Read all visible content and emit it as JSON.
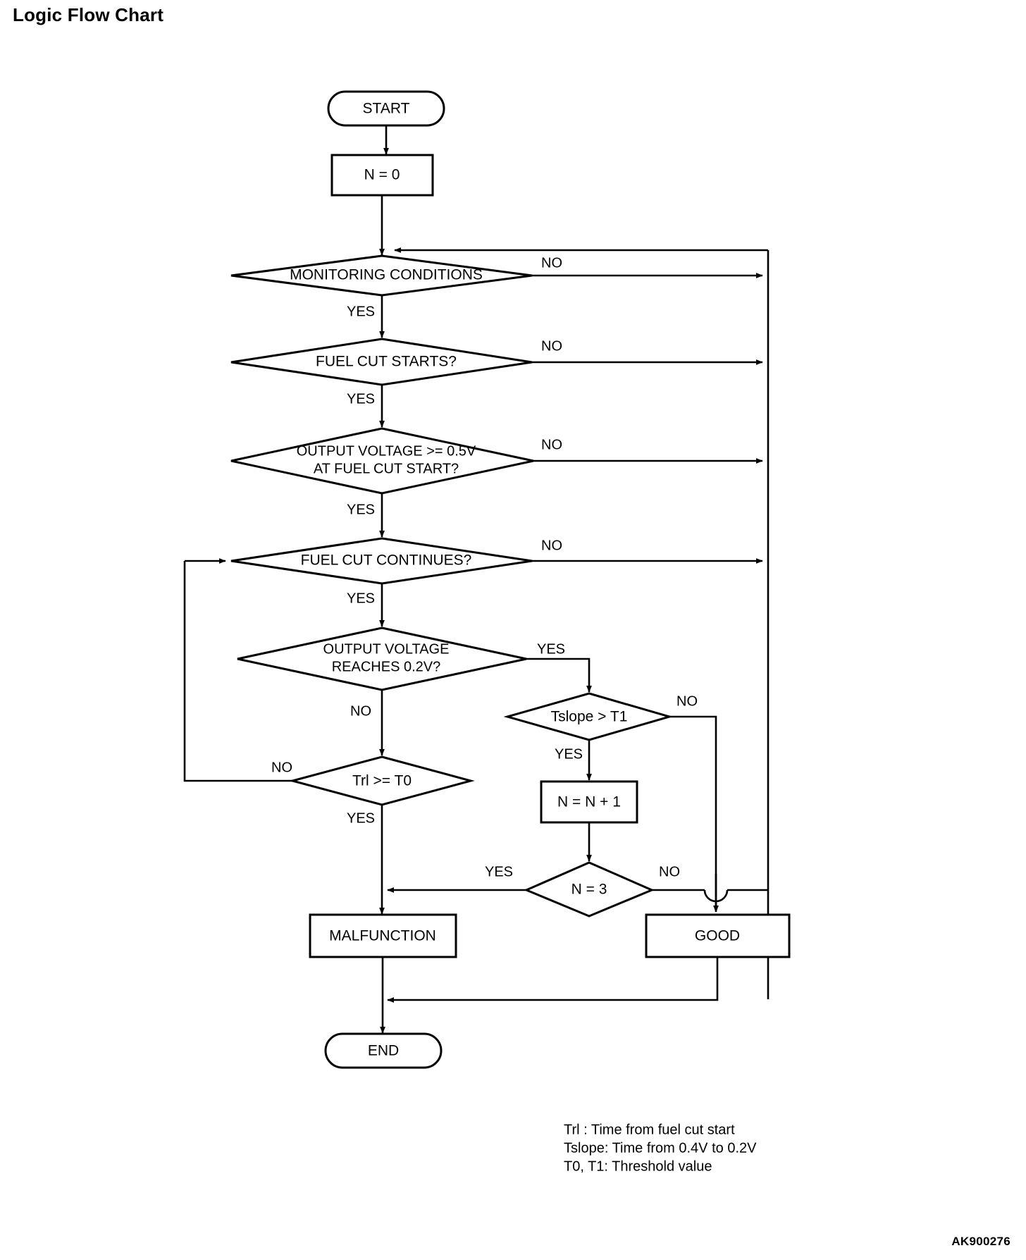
{
  "page": {
    "title": "Logic Flow Chart",
    "figure_code": "AK900276"
  },
  "chart_data": {
    "type": "diagram",
    "diagram_kind": "flowchart",
    "title": "Logic Flow Chart",
    "nodes": [
      {
        "id": "start",
        "shape": "terminator",
        "text": "START"
      },
      {
        "id": "n0",
        "shape": "process",
        "text": "N = 0"
      },
      {
        "id": "monitoring",
        "shape": "decision",
        "text": "MONITORING CONDITIONS"
      },
      {
        "id": "fuelcutstart",
        "shape": "decision",
        "text": "FUEL CUT STARTS?"
      },
      {
        "id": "volt05",
        "shape": "decision",
        "text_line1": "OUTPUT VOLTAGE >= 0.5V",
        "text_line2": "AT FUEL CUT START?"
      },
      {
        "id": "fuelcutcont",
        "shape": "decision",
        "text": "FUEL CUT CONTINUES?"
      },
      {
        "id": "volt02",
        "shape": "decision",
        "text_line1": "OUTPUT VOLTAGE",
        "text_line2": "REACHES 0.2V?"
      },
      {
        "id": "tslope",
        "shape": "decision",
        "text": "Tslope > T1"
      },
      {
        "id": "trl",
        "shape": "decision",
        "text": "Trl >= T0"
      },
      {
        "id": "nplus1",
        "shape": "process",
        "text": "N = N + 1"
      },
      {
        "id": "n3",
        "shape": "decision",
        "text": "N = 3"
      },
      {
        "id": "malfunction",
        "shape": "process",
        "text": "MALFUNCTION"
      },
      {
        "id": "good",
        "shape": "process",
        "text": "GOOD"
      },
      {
        "id": "end",
        "shape": "terminator",
        "text": "END"
      }
    ],
    "edges": [
      {
        "from": "start",
        "to": "n0",
        "label": ""
      },
      {
        "from": "n0",
        "to": "monitoring",
        "label": ""
      },
      {
        "from": "monitoring",
        "to": "fuelcutstart",
        "label": "YES"
      },
      {
        "from": "monitoring",
        "to": "end",
        "label": "NO"
      },
      {
        "from": "fuelcutstart",
        "to": "volt05",
        "label": "YES"
      },
      {
        "from": "fuelcutstart",
        "to": "end",
        "label": "NO"
      },
      {
        "from": "volt05",
        "to": "fuelcutcont",
        "label": "YES"
      },
      {
        "from": "volt05",
        "to": "end",
        "label": "NO"
      },
      {
        "from": "fuelcutcont",
        "to": "volt02",
        "label": "YES"
      },
      {
        "from": "fuelcutcont",
        "to": "end",
        "label": "NO"
      },
      {
        "from": "volt02",
        "to": "tslope",
        "label": "YES"
      },
      {
        "from": "volt02",
        "to": "trl",
        "label": "NO"
      },
      {
        "from": "tslope",
        "to": "nplus1",
        "label": "YES"
      },
      {
        "from": "tslope",
        "to": "good",
        "label": "NO"
      },
      {
        "from": "trl",
        "to": "fuelcutcont",
        "label": "NO"
      },
      {
        "from": "trl",
        "to": "malfunction",
        "label": "YES"
      },
      {
        "from": "nplus1",
        "to": "n3",
        "label": ""
      },
      {
        "from": "n3",
        "to": "malfunction",
        "label": "YES"
      },
      {
        "from": "n3",
        "to": "monitoring",
        "label": "NO"
      },
      {
        "from": "malfunction",
        "to": "end",
        "label": ""
      },
      {
        "from": "good",
        "to": "end",
        "label": ""
      }
    ],
    "edge_labels": {
      "monitoring_no": "NO",
      "monitoring_yes": "YES",
      "fuelcutstart_no": "NO",
      "fuelcutstart_yes": "YES",
      "volt05_no": "NO",
      "volt05_yes": "YES",
      "fuelcutcont_no": "NO",
      "fuelcutcont_yes": "YES",
      "volt02_yes": "YES",
      "volt02_no": "NO",
      "tslope_no": "NO",
      "tslope_yes": "YES",
      "trl_no": "NO",
      "trl_yes": "YES",
      "n3_yes": "YES",
      "n3_no": "NO"
    }
  },
  "legend": {
    "lines": [
      "Trl      : Time from fuel cut start",
      "Tslope: Time from 0.4V to 0.2V",
      "T0, T1: Threshold value"
    ],
    "line1": "Trl      : Time from fuel cut start",
    "line2": "Tslope: Time from 0.4V to 0.2V",
    "line3": "T0, T1: Threshold value"
  },
  "colors": {
    "stroke": "#000000",
    "fill": "#ffffff",
    "text": "#000000"
  }
}
